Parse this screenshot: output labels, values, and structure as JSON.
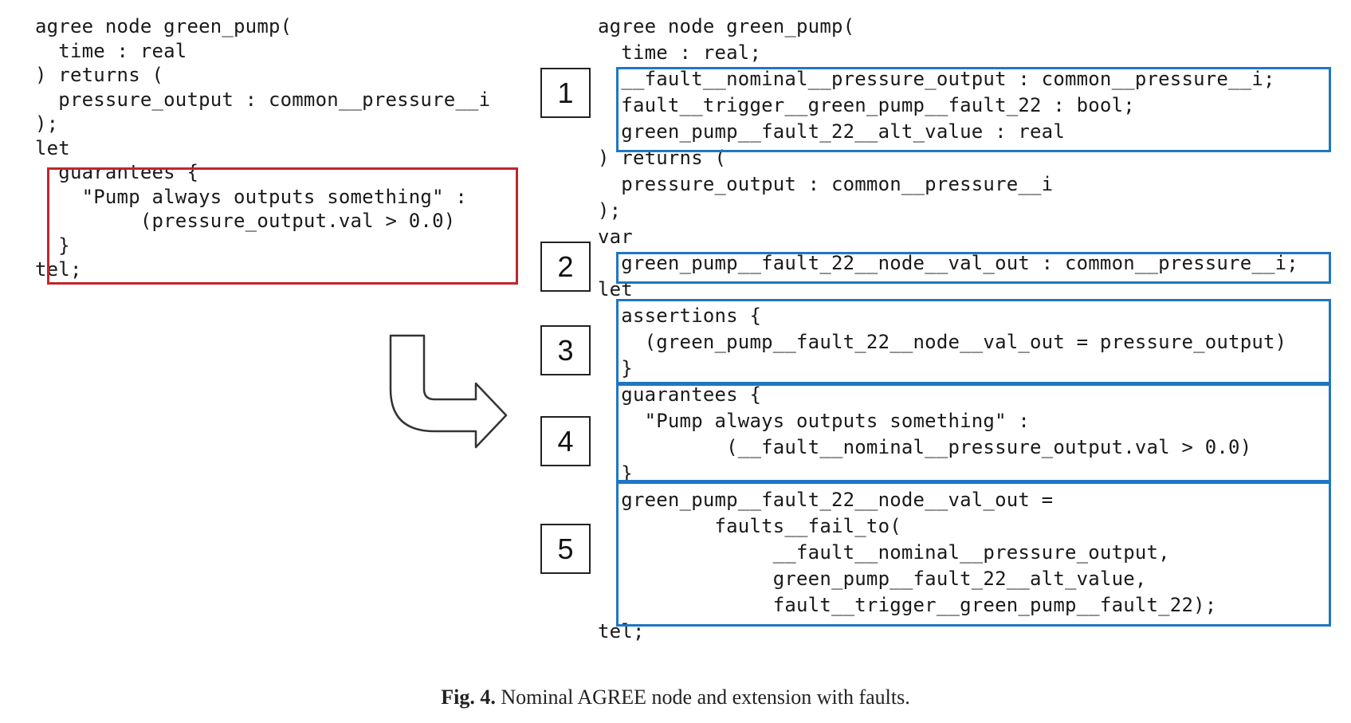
{
  "left_code": [
    "agree node green_pump(",
    "  time : real",
    ") returns (",
    "  pressure_output : common__pressure__i",
    ");",
    "let",
    "  guarantees {",
    "    \"Pump always outputs something\" :",
    "         (pressure_output.val > 0.0)",
    "  }",
    "tel;"
  ],
  "right_code": [
    "agree node green_pump(",
    "  time : real;",
    "  __fault__nominal__pressure_output : common__pressure__i;",
    "  fault__trigger__green_pump__fault_22 : bool;",
    "  green_pump__fault_22__alt_value : real",
    ") returns (",
    "  pressure_output : common__pressure__i",
    ");",
    "var",
    "  green_pump__fault_22__node__val_out : common__pressure__i;",
    "let",
    "  assertions {",
    "    (green_pump__fault_22__node__val_out = pressure_output)",
    "  }",
    "  guarantees {",
    "    \"Pump always outputs something\" :",
    "           (__fault__nominal__pressure_output.val > 0.0)",
    "  }",
    "  green_pump__fault_22__node__val_out =",
    "          faults__fail_to(",
    "               __fault__nominal__pressure_output,",
    "               green_pump__fault_22__alt_value,",
    "               fault__trigger__green_pump__fault_22);",
    "tel;"
  ],
  "markers": [
    "1",
    "2",
    "3",
    "4",
    "5"
  ],
  "caption": {
    "label": "Fig. 4.",
    "text": "Nominal AGREE node and extension with faults."
  },
  "colors": {
    "nominal_box": "#c0262d",
    "extension_box": "#1f77c4"
  }
}
